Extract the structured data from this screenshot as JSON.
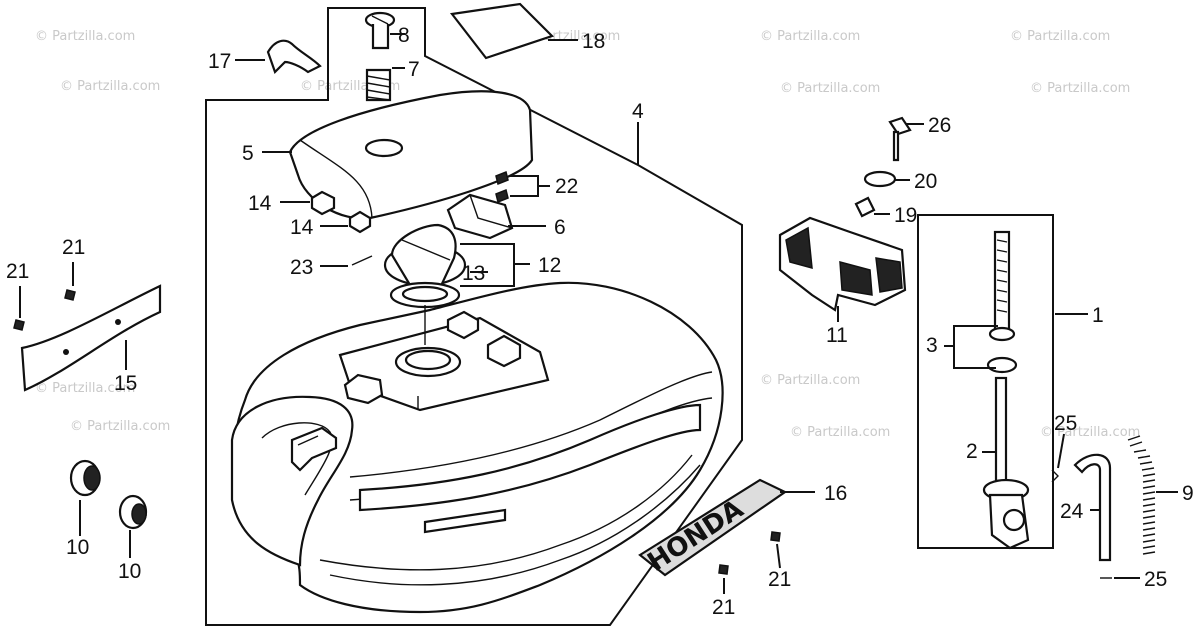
{
  "watermark": "© Partzilla.com",
  "callouts": {
    "p1": "1",
    "p2": "2",
    "p3": "3",
    "p4": "4",
    "p5": "5",
    "p6": "6",
    "p7": "7",
    "p8": "8",
    "p9": "9",
    "p10a": "10",
    "p10b": "10",
    "p11": "11",
    "p12": "12",
    "p13": "13",
    "p14a": "14",
    "p14b": "14",
    "p15": "15",
    "p16": "16",
    "p17": "17",
    "p18": "18",
    "p19": "19",
    "p20": "20",
    "p21a": "21",
    "p21b": "21",
    "p21c": "21",
    "p21d": "21",
    "p22": "22",
    "p23": "23",
    "p24": "24",
    "p25a": "25",
    "p25b": "25",
    "p26": "26"
  },
  "emblem_text": "HONDA"
}
